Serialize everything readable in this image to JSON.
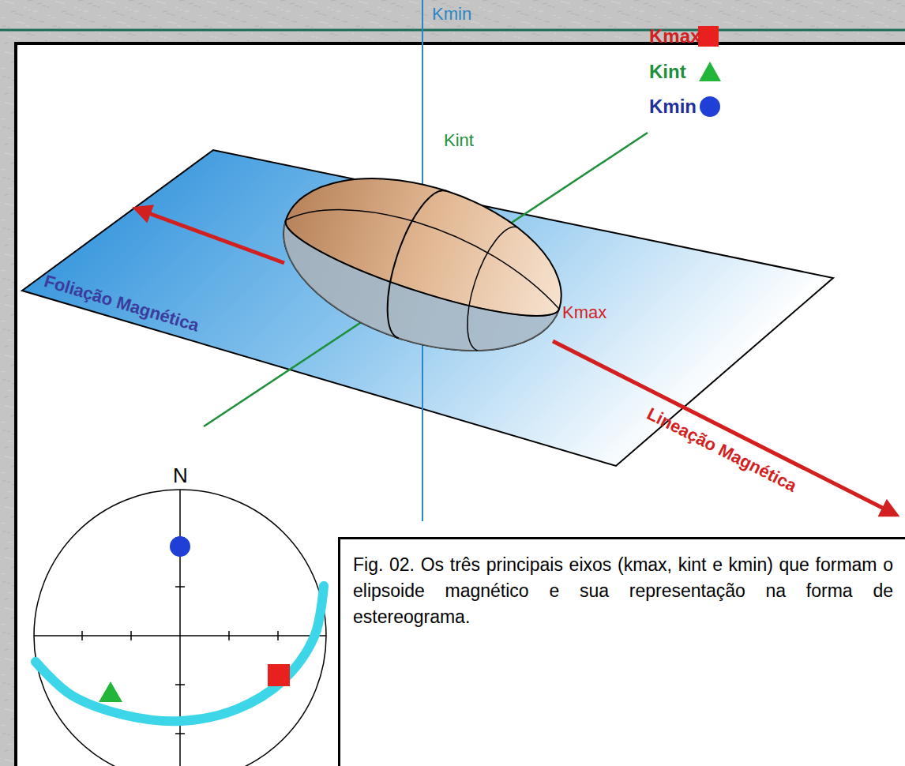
{
  "diagram": {
    "caption": "Fig. 02. Os três principais eixos (kmax, kint e kmin) que formam o elipsoide magnético e sua representação na forma de estereograma.",
    "labels": [
      "Kmin",
      "Kint",
      "Kmax",
      "Foliação Magnética",
      "Lineação Magnética",
      "N"
    ],
    "legend": [
      {
        "text": "Kmax",
        "color": "#e8211e"
      },
      {
        "text": "Kint"
      },
      {
        "text": "Kmin"
      }
    ]
  }
}
